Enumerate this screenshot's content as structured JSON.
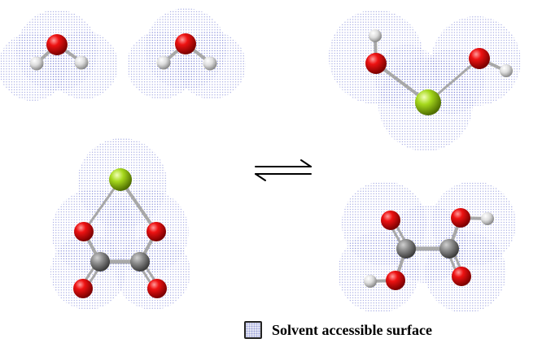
{
  "legend": {
    "label": "Solvent accessible surface"
  },
  "colors": {
    "oxygen": "#dd0b0b",
    "hydrogen": "#e6e6e6",
    "carbon": "#858585",
    "metal": "#9bd414",
    "bond": "#a8a8a8",
    "surface": "#7c84d6"
  },
  "diagram": {
    "arrow": "equilibrium",
    "molecules": [
      "water-left",
      "water-right",
      "hydrated-metal-complex",
      "metal-oxalate-chelate",
      "oxalic-acid"
    ]
  }
}
